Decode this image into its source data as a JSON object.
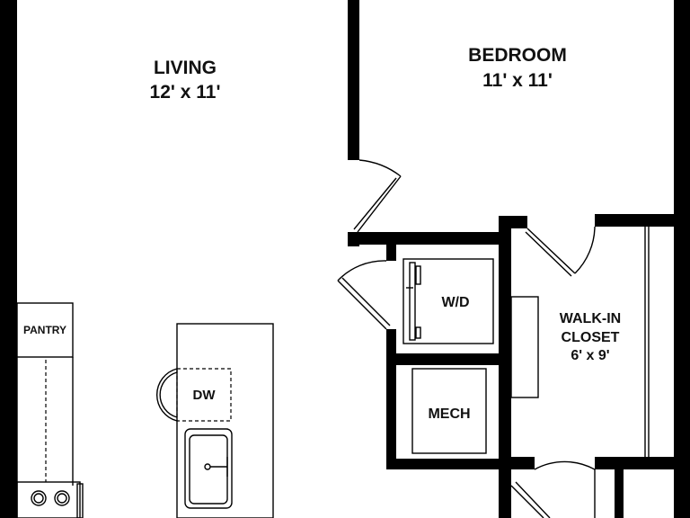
{
  "rooms": {
    "living": {
      "name": "LIVING",
      "size": "12' x 11'"
    },
    "bedroom": {
      "name": "BEDROOM",
      "size": "11' x 11'"
    },
    "walk_in_closet": {
      "name_line1": "WALK-IN",
      "name_line2": "CLOSET",
      "size": "6' x 9'"
    },
    "pantry": {
      "name": "PANTRY"
    },
    "washer_dryer": {
      "name": "W/D"
    },
    "mech": {
      "name": "MECH"
    },
    "dishwasher": {
      "name": "DW"
    }
  },
  "colors": {
    "wall": "#000000",
    "background": "#ffffff",
    "line": "#000000"
  }
}
